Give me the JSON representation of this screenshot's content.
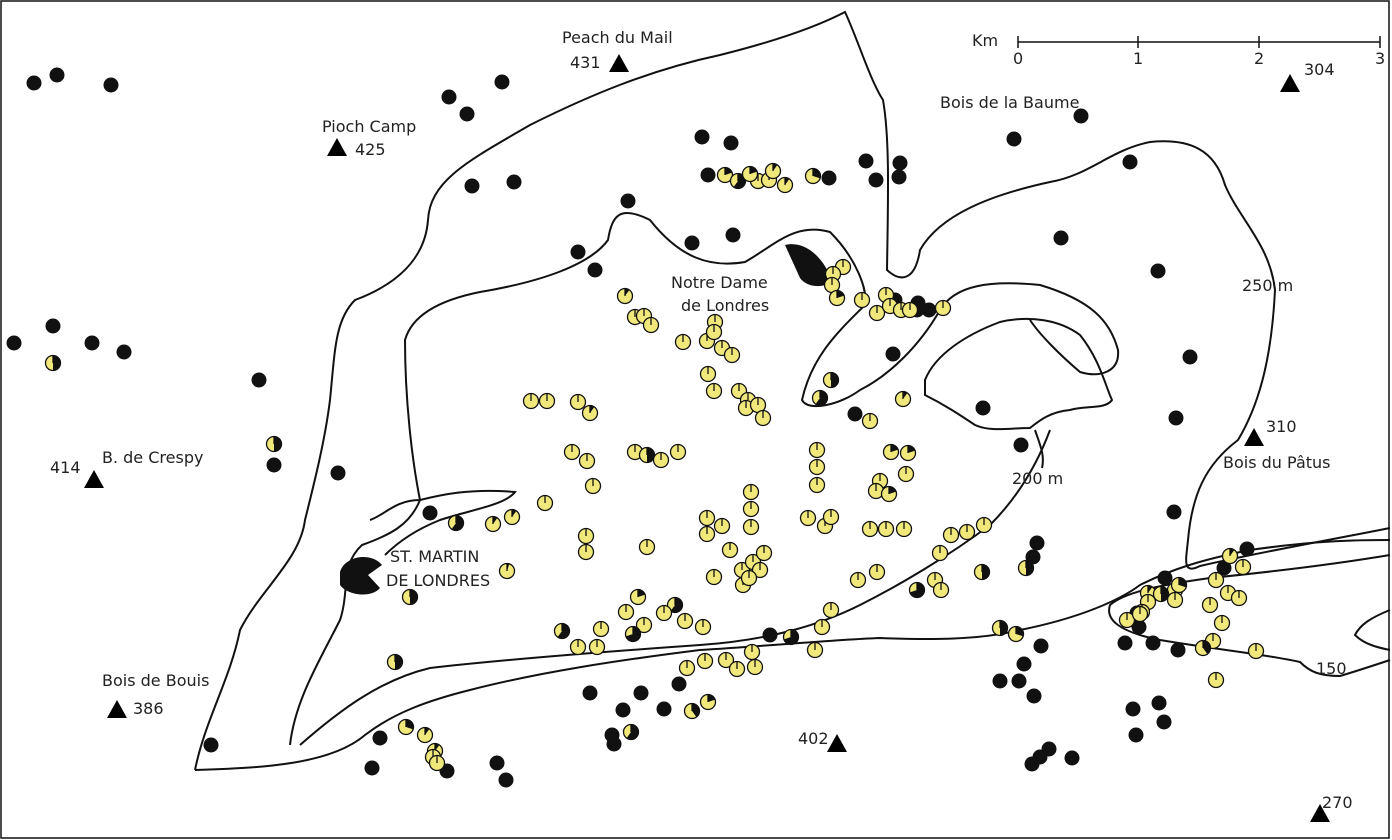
{
  "colors": {
    "site_fill": "#f0e87a",
    "site_stroke": "#111111",
    "contour": "#111111"
  },
  "scale": {
    "unit": "Km",
    "ticks": [
      "0",
      "1",
      "2",
      "3"
    ]
  },
  "places": {
    "peach_du_mail": "Peach du Mail",
    "peach_du_mail_elev": "431",
    "pioch_camp": "Pioch Camp",
    "pioch_camp_elev": "425",
    "bois_baume": "Bois de la Baume",
    "elev_304": "304",
    "notre_dame_1": "Notre Dame",
    "notre_dame_2": "de Londres",
    "crespy": "B. de Crespy",
    "crespy_elev": "414",
    "st_martin_1": "ST. MARTIN",
    "st_martin_2": "DE LONDRES",
    "bois_bouis": "Bois de Bouis",
    "bois_bouis_elev": "386",
    "elev_402": "402",
    "elev_310": "310",
    "bois_patus": "Bois du Pâtus",
    "elev_270": "270"
  },
  "contour_labels": {
    "c250": "250 m",
    "c200": "200 m",
    "c150": "150"
  }
}
